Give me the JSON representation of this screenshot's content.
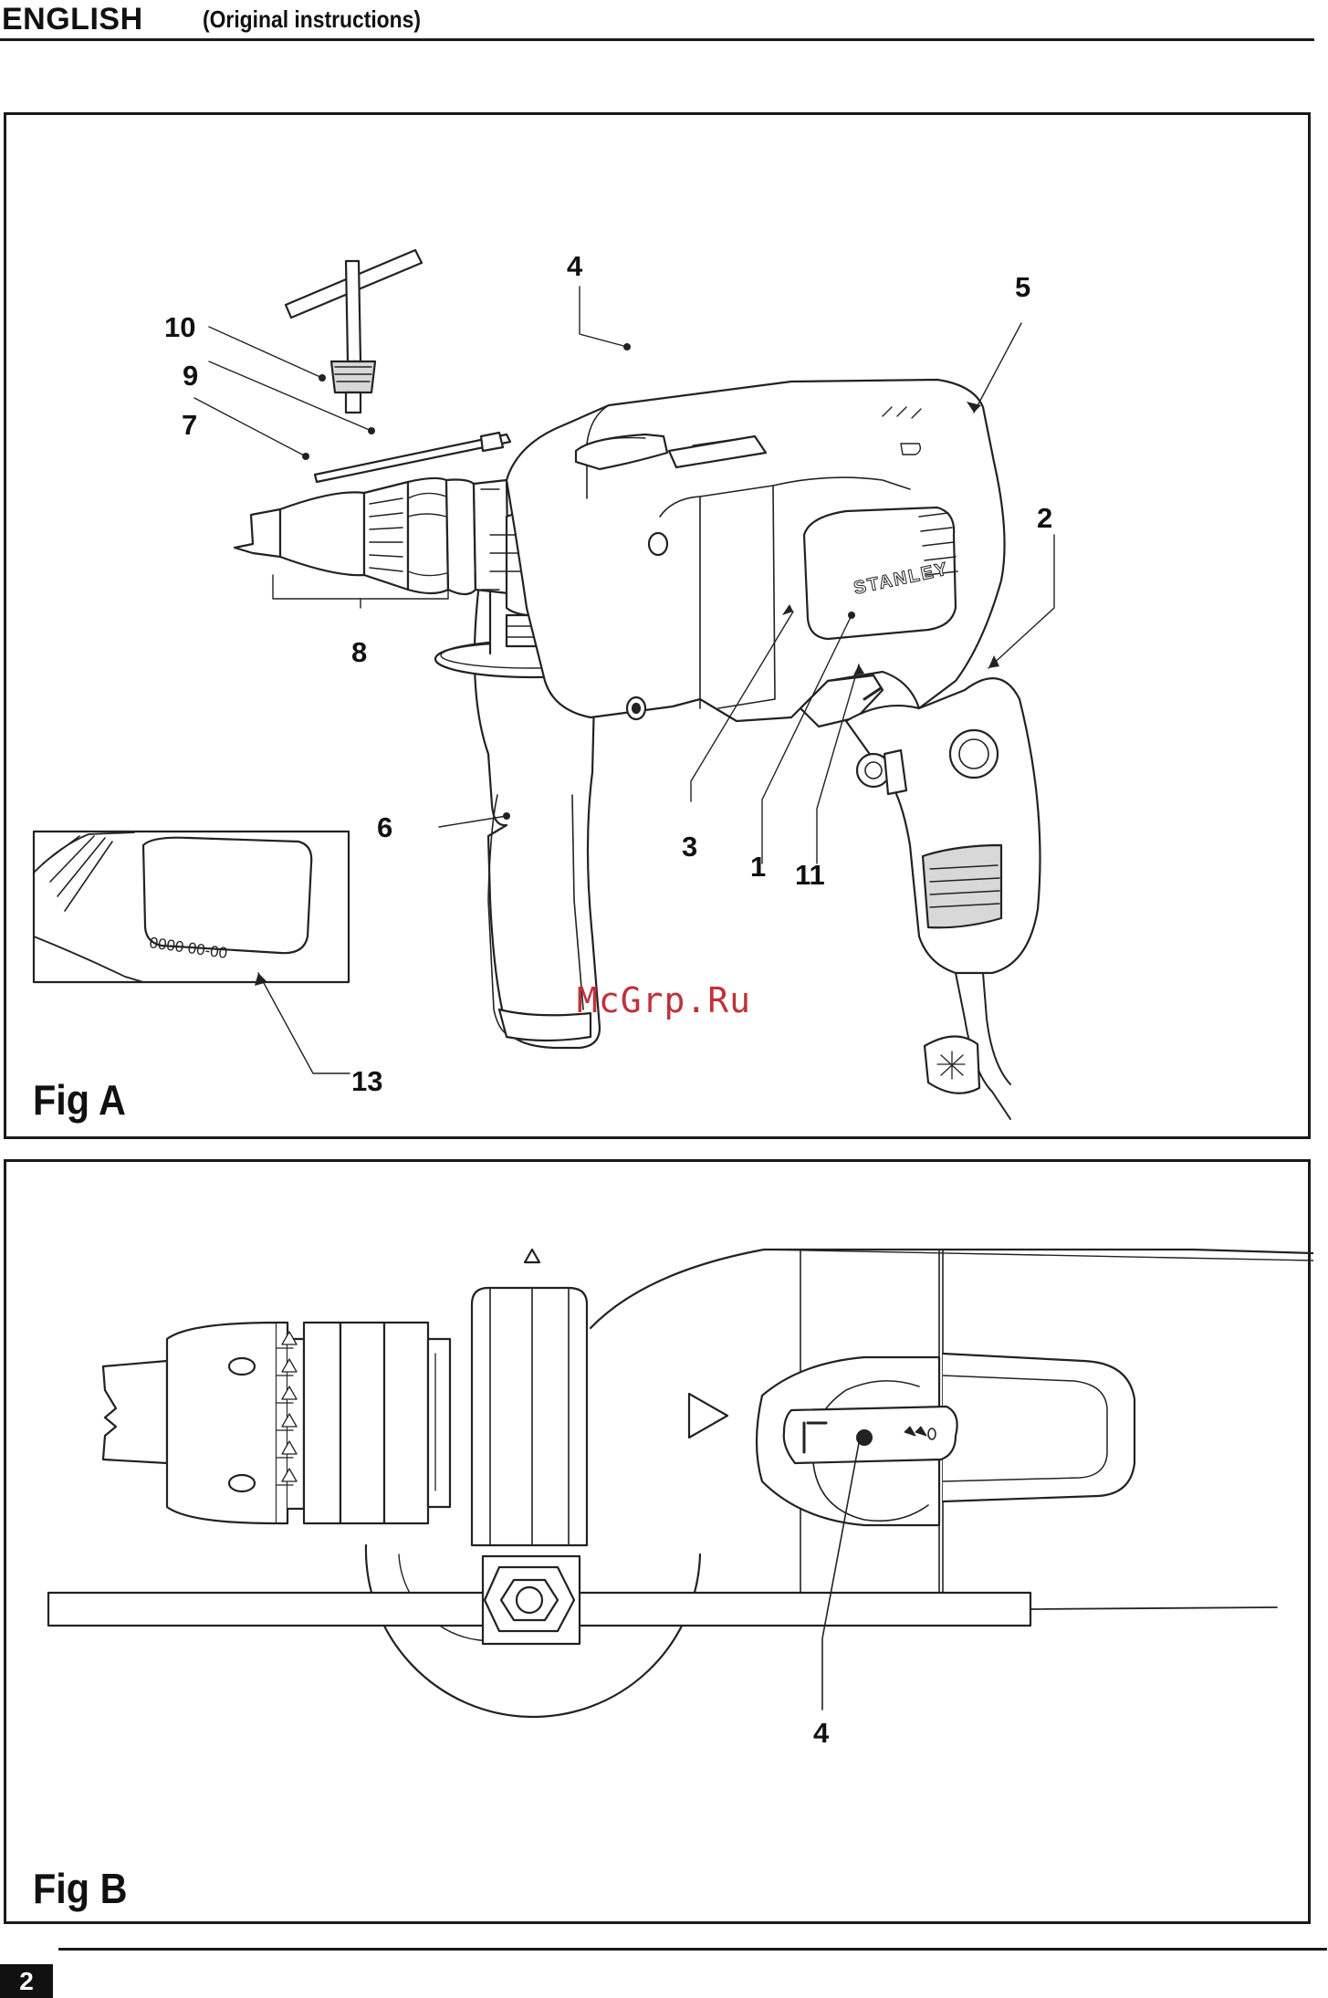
{
  "header": {
    "language": "ENGLISH",
    "subtitle": "(Original instructions)"
  },
  "fig_a": {
    "label": "Fig A",
    "callouts": [
      "1",
      "2",
      "3",
      "4",
      "5",
      "6",
      "7",
      "8",
      "9",
      "10",
      "11",
      "13"
    ],
    "brand": "STANLEY",
    "inset_code": "0000 00-00"
  },
  "fig_b": {
    "label": "Fig B",
    "callouts": [
      "4"
    ]
  },
  "watermark": "McGrp.Ru",
  "footer": {
    "page_number": "2"
  }
}
